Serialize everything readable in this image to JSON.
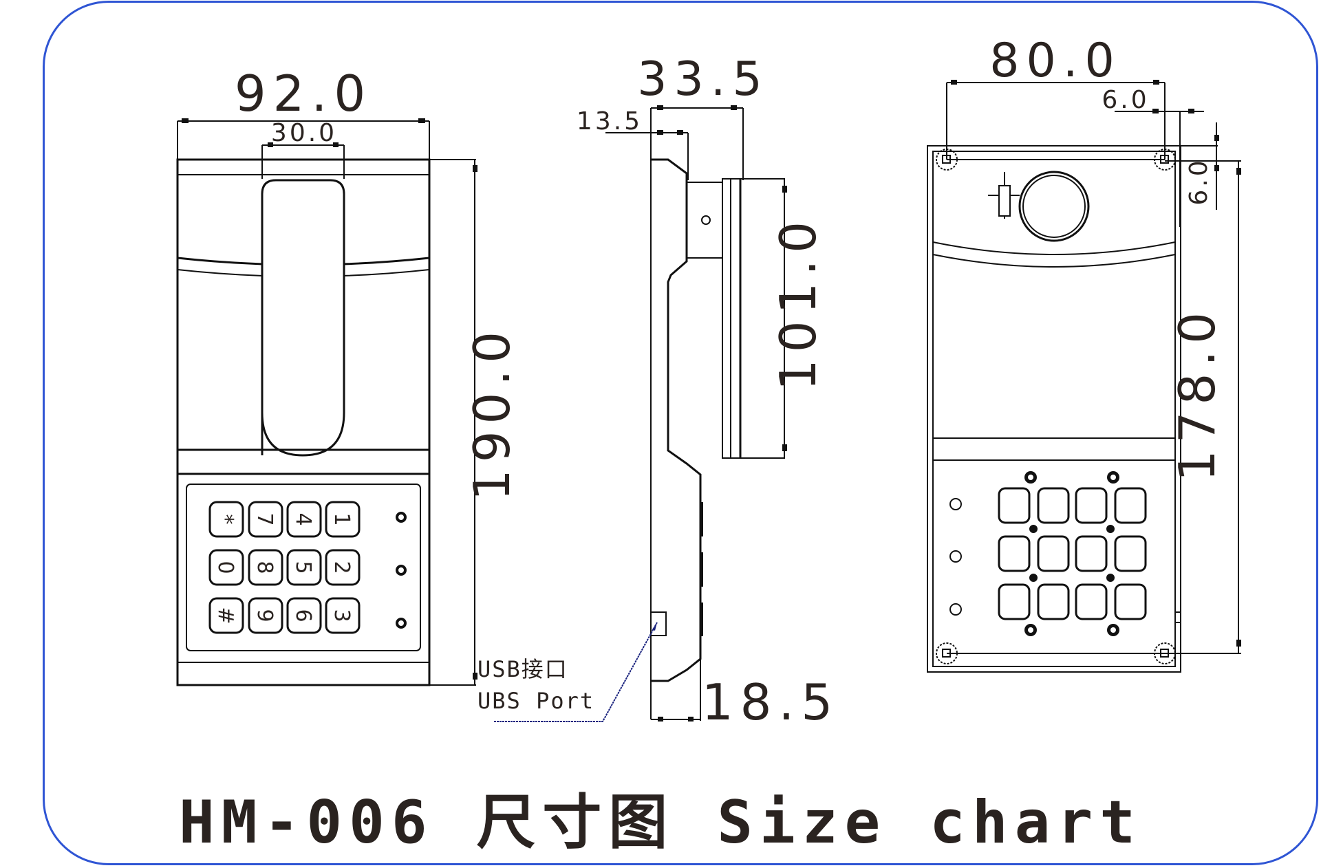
{
  "title": "HM-006 尺寸图 Size chart",
  "frame": {
    "border_color": "#2f55d4"
  },
  "front_view": {
    "width_label": "92.0",
    "handset_width_label": "30.0",
    "height_label": "190.0",
    "keypad_keys": [
      "*",
      "7",
      "4",
      "1",
      "0",
      "8",
      "5",
      "2",
      "#",
      "9",
      "6",
      "3"
    ]
  },
  "side_view": {
    "total_depth_label": "33.5",
    "top_depth_label": "13.5",
    "handset_height_label": "101.0",
    "bottom_depth_label": "18.5",
    "usb_label_cn": "USB接口",
    "usb_label_en": "UBS Port",
    "usb_leader_color": "#1a237e"
  },
  "back_view": {
    "hole_spacing_width_label": "80.0",
    "hole_offset_x_label": "6.0",
    "hole_offset_y_label": "6.0",
    "hole_spacing_height_label": "178.0"
  },
  "colors": {
    "line": "#111111",
    "text": "#2a2320",
    "frame": "#2f55d4"
  }
}
